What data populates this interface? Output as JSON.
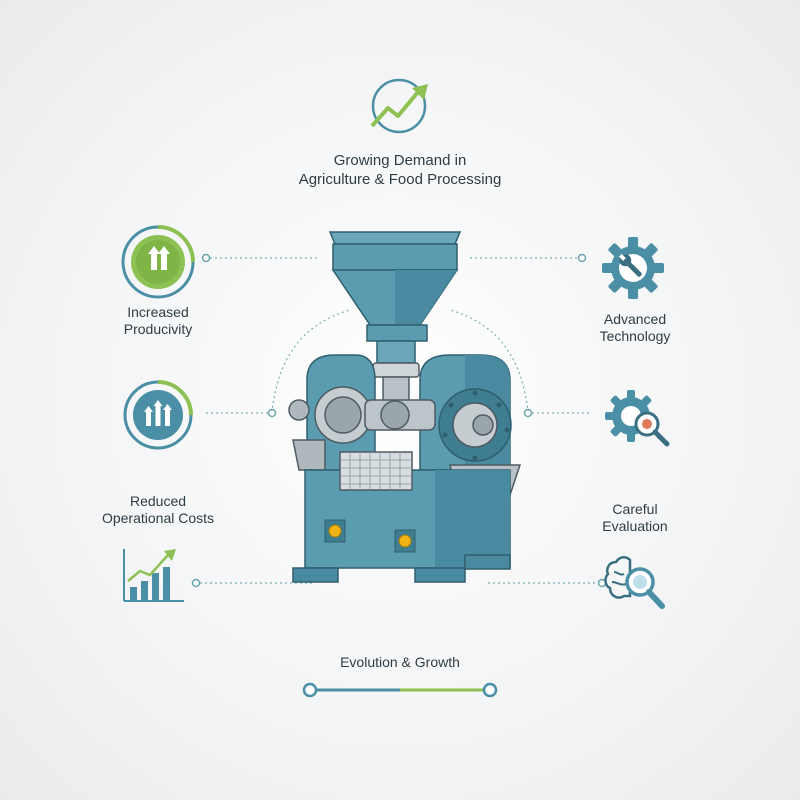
{
  "title": {
    "line1": "Growing Demand in",
    "line2": "Agriculture & Food Processing"
  },
  "left": {
    "item1": {
      "line1": "Increased",
      "line2": "Producivity"
    },
    "item2": {
      "line1": "Reduced",
      "line2": "Operational Costs"
    }
  },
  "right": {
    "item1": {
      "line1": "Advanced",
      "line2": "Technology"
    },
    "item2": {
      "line1": "Careful",
      "line2": "Evaluation"
    }
  },
  "bottom": {
    "label": "Evolution & Growth"
  },
  "colors": {
    "teal": "#4a8fa5",
    "dark_teal": "#3a6f82",
    "green": "#8dc153",
    "machine": "#5b9cb0",
    "accent_yellow": "#f2b317"
  },
  "icons": {
    "top": "trend-up-icon",
    "left1": "double-arrow-up-icon",
    "left2": "bar-arrows-icon",
    "left3": "bar-chart-growth-icon",
    "right1": "gear-wrench-icon",
    "right2": "gear-magnifier-icon",
    "right3": "brain-magnifier-icon"
  }
}
